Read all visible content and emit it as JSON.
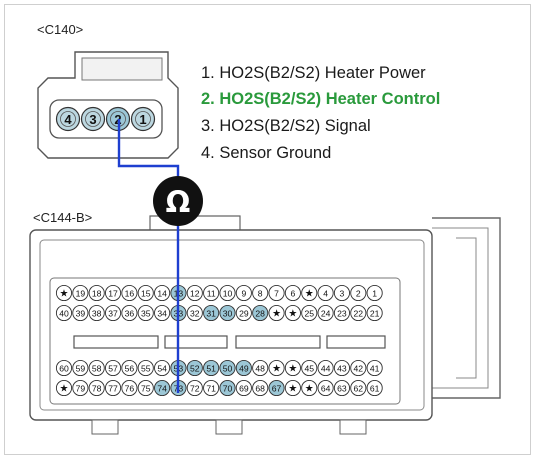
{
  "connector_top": {
    "label": "<C140>",
    "pins": [
      "4",
      "3",
      "2",
      "1"
    ],
    "highlighted_pin": "2"
  },
  "connector_bottom": {
    "label": "<C144-B>",
    "rows": [
      [
        "★",
        "19",
        "18",
        "17",
        "16",
        "15",
        "14",
        "13",
        "12",
        "11",
        "10",
        "9",
        "8",
        "7",
        "6",
        "★",
        "4",
        "3",
        "2",
        "1"
      ],
      [
        "40",
        "39",
        "38",
        "37",
        "36",
        "35",
        "34",
        "33",
        "32",
        "31",
        "30",
        "29",
        "28",
        "★",
        "★",
        "25",
        "24",
        "23",
        "22",
        "21"
      ],
      [
        "60",
        "59",
        "58",
        "57",
        "56",
        "55",
        "54",
        "53",
        "52",
        "51",
        "50",
        "49",
        "48",
        "★",
        "★",
        "45",
        "44",
        "43",
        "42",
        "41"
      ],
      [
        "★",
        "79",
        "78",
        "77",
        "76",
        "75",
        "74",
        "73",
        "72",
        "71",
        "70",
        "69",
        "68",
        "67",
        "★",
        "★",
        "64",
        "63",
        "62",
        "61"
      ]
    ],
    "highlighted_pins": [
      "13",
      "33",
      "31",
      "30",
      "28",
      "53",
      "52",
      "51",
      "50",
      "49",
      "74",
      "73",
      "70",
      "67"
    ],
    "probe_pin": "73"
  },
  "meter_symbol": "Ω",
  "legend": [
    {
      "text": "1. HO2S(B2/S2) Heater Power",
      "highlight": false
    },
    {
      "text": "2. HO2S(B2/S2) Heater Control",
      "highlight": true
    },
    {
      "text": "3. HO2S(B2/S2) Signal",
      "highlight": false
    },
    {
      "text": "4. Sensor Ground",
      "highlight": false
    }
  ],
  "colors": {
    "wire": "#1e3fd0",
    "pin_fill": "#ffffff",
    "pin_highlight": "#9cc7d6",
    "highlight_text": "#2a9a3c",
    "outline": "#555555"
  }
}
